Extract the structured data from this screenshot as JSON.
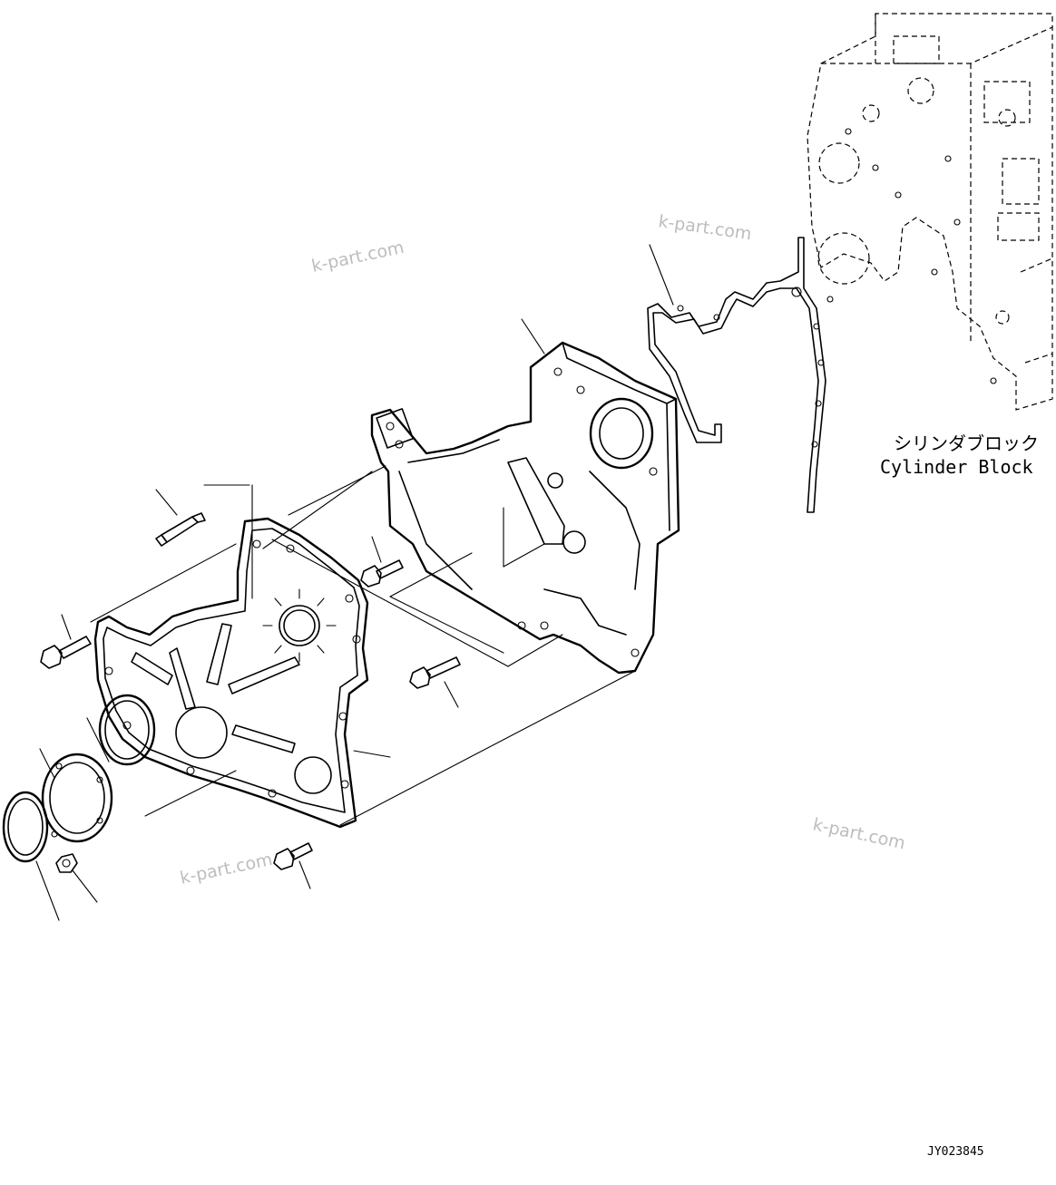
{
  "labels": {
    "cylinder_block_jp": "シリンダブロック",
    "cylinder_block_en": "Cylinder Block",
    "drawing_code": "JY023845"
  },
  "watermarks": [
    "k-part.com",
    "k-part.com",
    "k-part.com",
    "k-part.com"
  ]
}
